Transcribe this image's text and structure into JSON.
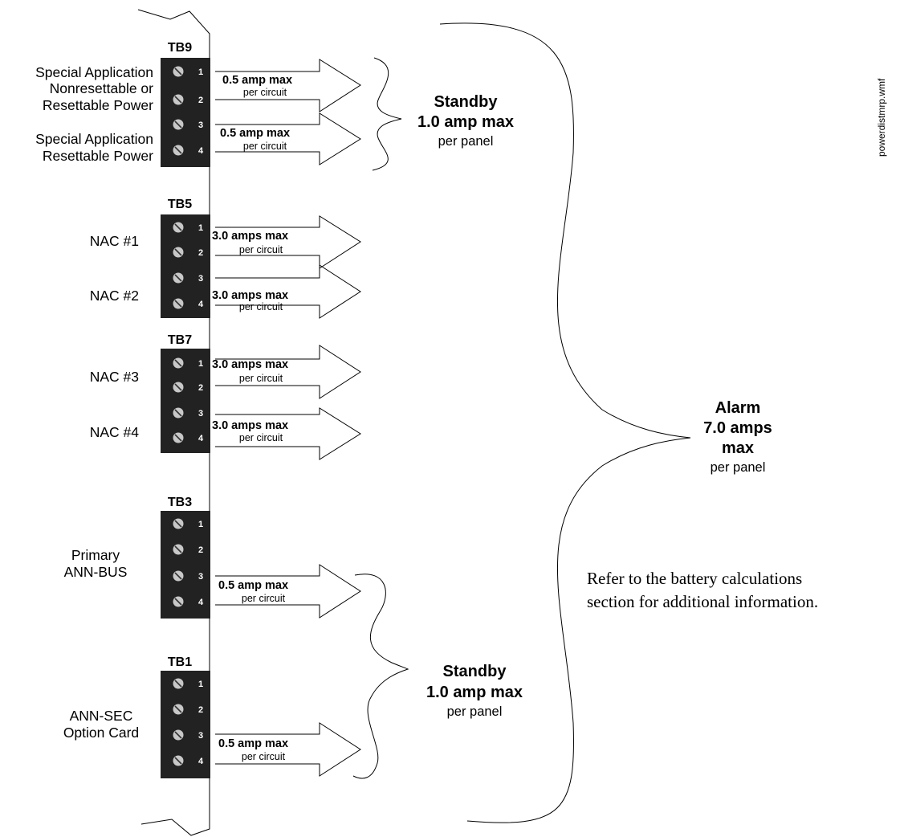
{
  "file_name": "powerdistmrp.wmf",
  "terminal_numbers": [
    "1",
    "2",
    "3",
    "4"
  ],
  "terminal_blocks": [
    {
      "name": "TB9",
      "labels": [
        {
          "lines": [
            "Special Application",
            "Nonresettable or",
            "Resettable Power"
          ]
        },
        {
          "lines": [
            "Special Application",
            "Resettable Power"
          ]
        }
      ],
      "outputs": [
        {
          "max": "0.5 amp max",
          "unit": "per circuit"
        },
        {
          "max": "0.5 amp max",
          "unit": "per circuit"
        }
      ]
    },
    {
      "name": "TB5",
      "labels": [
        {
          "lines": [
            "NAC #1"
          ]
        },
        {
          "lines": [
            "NAC #2"
          ]
        }
      ],
      "outputs": [
        {
          "max": "3.0 amps max",
          "unit": "per circuit"
        },
        {
          "max": "3.0 amps max",
          "unit": "per circuit"
        }
      ]
    },
    {
      "name": "TB7",
      "labels": [
        {
          "lines": [
            "NAC #3"
          ]
        },
        {
          "lines": [
            "NAC #4"
          ]
        }
      ],
      "outputs": [
        {
          "max": "3.0 amps max",
          "unit": "per circuit"
        },
        {
          "max": "3.0 amps max",
          "unit": "per circuit"
        }
      ]
    },
    {
      "name": "TB3",
      "labels": [
        {
          "lines": [
            "Primary",
            "ANN-BUS"
          ]
        }
      ],
      "outputs": [
        {
          "max": "0.5 amp max",
          "unit": "per circuit"
        }
      ]
    },
    {
      "name": "TB1",
      "labels": [
        {
          "lines": [
            "ANN-SEC",
            "Option Card"
          ]
        }
      ],
      "outputs": [
        {
          "max": "0.5 amp max",
          "unit": "per circuit"
        }
      ]
    }
  ],
  "summaries": {
    "standby_top": {
      "lines": [
        "Standby",
        "1.0 amp max"
      ],
      "unit": "per panel"
    },
    "alarm": {
      "lines": [
        "Alarm",
        "7.0 amps",
        "max"
      ],
      "unit": "per panel"
    },
    "standby_bottom": {
      "lines": [
        "Standby",
        "1.0 amp max"
      ],
      "unit": "per panel"
    }
  },
  "note": {
    "lines": [
      "Refer to the battery calculations",
      "section for additional information."
    ]
  }
}
